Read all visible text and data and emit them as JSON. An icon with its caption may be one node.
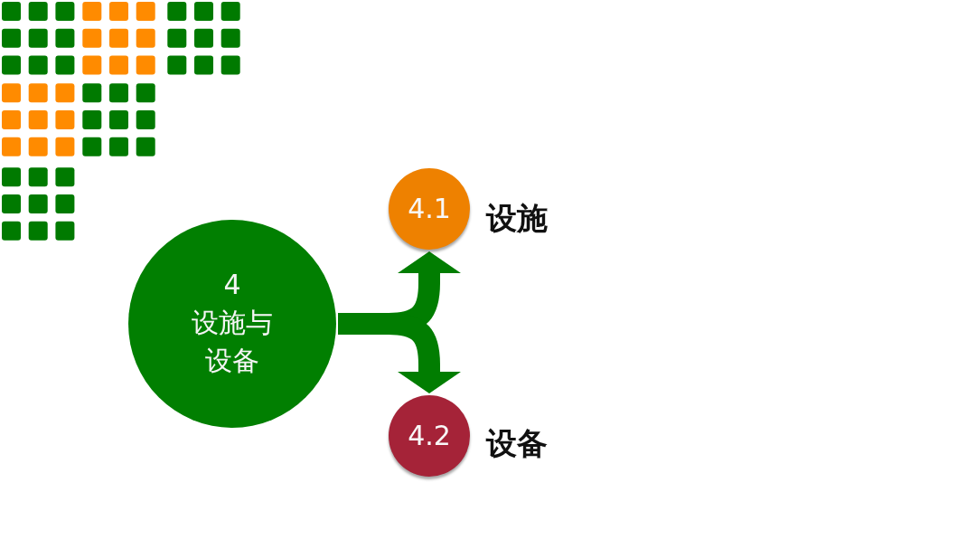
{
  "diagram": {
    "nodes": [
      {
        "text": [
          "4",
          "设施与设备"
        ]
      },
      {
        "text": [
          "4.1"
        ],
        "beside": [
          "设施"
        ]
      },
      {
        "text": [
          "4.2"
        ],
        "beside": [
          "设备"
        ]
      }
    ],
    "edges": [
      {
        "from": 0,
        "to": 1,
        "arrow": "to"
      },
      {
        "from": 0,
        "to": 2,
        "arrow": "to"
      }
    ]
  }
}
